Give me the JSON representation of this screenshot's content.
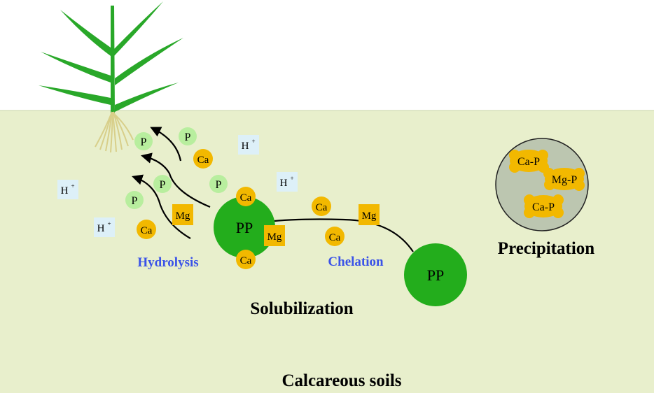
{
  "diagram": {
    "colors": {
      "sky": "#ffffff",
      "soil": "#e8efcc",
      "plant": "#29a829",
      "roots": "#d8cf8a",
      "p_bubble": "#b8ee9e",
      "ca_mg": "#f2b800",
      "h_box": "#ddf0f8",
      "pp": "#23ad1c",
      "precip_circle": "#bcc6b0",
      "blue_label": "#3a52e8"
    },
    "ions": {
      "p": "P",
      "ca": "Ca",
      "mg": "Mg",
      "h": "H",
      "h_sup": "+"
    },
    "labels": {
      "pp": "PP",
      "hydrolysis": "Hydrolysis",
      "chelation": "Chelation",
      "solubilization": "Solubilization",
      "precipitation": "Precipitation",
      "calcareous_soils": "Calcareous soils",
      "ca_p": "Ca-P",
      "mg_p": "Mg-P"
    }
  }
}
